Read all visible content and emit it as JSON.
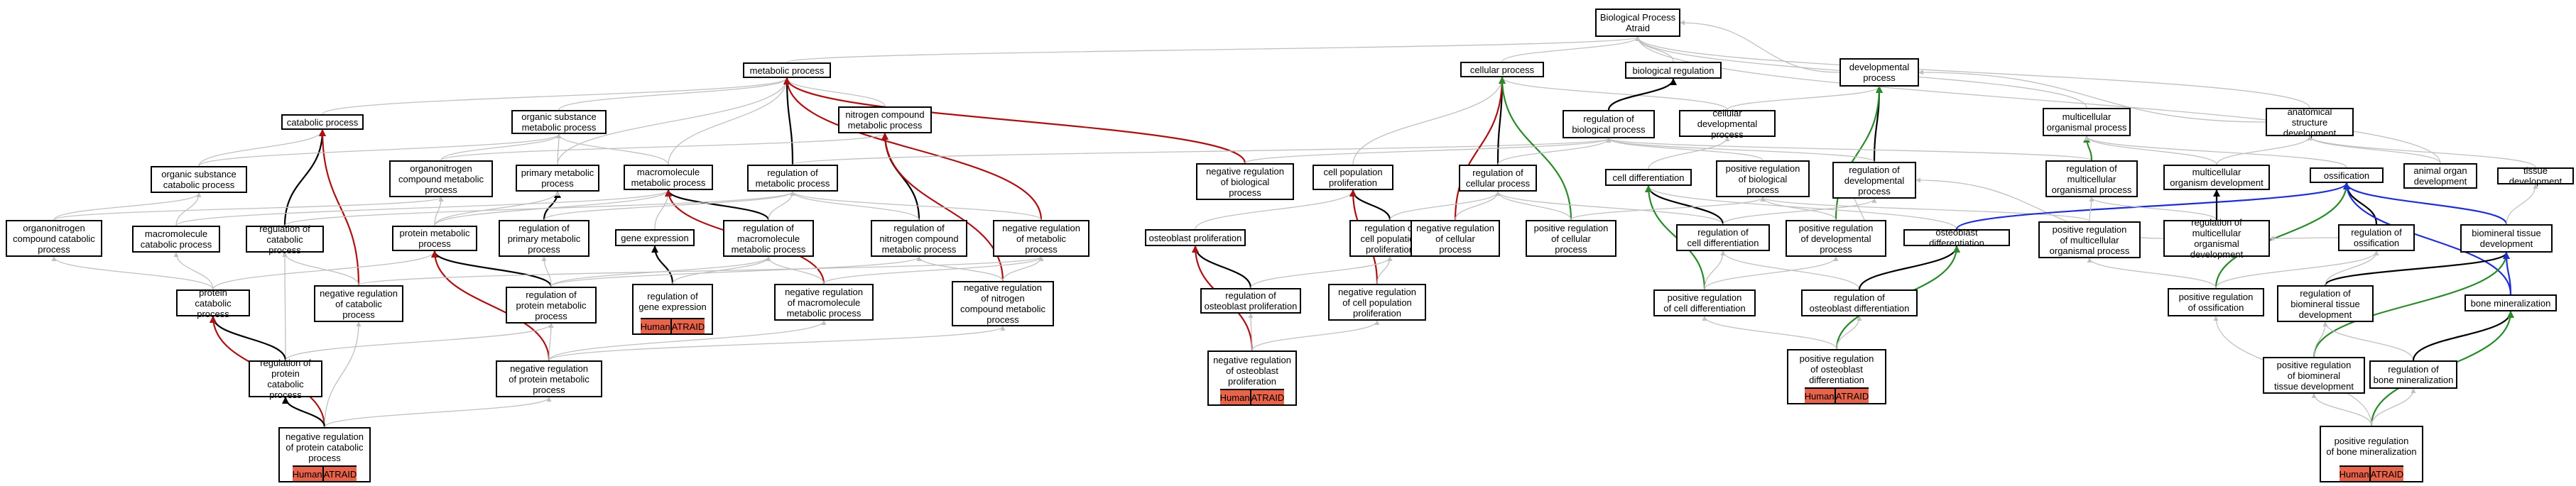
{
  "colors": {
    "grey": "#c0c0c0",
    "black": "#000000",
    "red": "#aa1111",
    "green": "#2a8a2a",
    "blue": "#1f2fd0",
    "tag": "#e8634b"
  },
  "nodes": [
    {
      "id": "bp",
      "label": "Biological Process\nAtraid"
    },
    {
      "id": "mp",
      "label": "metabolic process"
    },
    {
      "id": "cp",
      "label": "catabolic process"
    },
    {
      "id": "osmp",
      "label": "organic substance\nmetabolic process"
    },
    {
      "id": "ncmp",
      "label": "nitrogen compound\nmetabolic process"
    },
    {
      "id": "oscp",
      "label": "organic substance\ncatabolic process"
    },
    {
      "id": "oncmp",
      "label": "organonitrogen\ncompound metabolic\nprocess"
    },
    {
      "id": "pmp",
      "label": "primary metabolic\nprocess"
    },
    {
      "id": "mmp",
      "label": "macromolecule\nmetabolic process"
    },
    {
      "id": "rmp",
      "label": "regulation of\nmetabolic process"
    },
    {
      "id": "onccp",
      "label": "organonitrogen\ncompound catabolic\nprocess"
    },
    {
      "id": "mcp",
      "label": "macromolecule\ncatabolic process"
    },
    {
      "id": "rcp",
      "label": "regulation of\ncatabolic process"
    },
    {
      "id": "prmp",
      "label": "protein metabolic\nprocess"
    },
    {
      "id": "rpmp",
      "label": "regulation of\nprimary metabolic\nprocess"
    },
    {
      "id": "ge",
      "label": "gene expression"
    },
    {
      "id": "rmmp",
      "label": "regulation of\nmacromolecule\nmetabolic process"
    },
    {
      "id": "rncmp",
      "label": "regulation of\nnitrogen compound\nmetabolic process"
    },
    {
      "id": "nrmp",
      "label": "negative regulation\nof metabolic\nprocess"
    },
    {
      "id": "pc",
      "label": "protein catabolic\nprocess"
    },
    {
      "id": "nrcp",
      "label": "negative regulation\nof catabolic\nprocess"
    },
    {
      "id": "rprmp",
      "label": "regulation of\nprotein metabolic\nprocess"
    },
    {
      "id": "rge",
      "label": "regulation of\ngene expression",
      "gene": true
    },
    {
      "id": "nrmmp",
      "label": "negative regulation\nof macromolecule\nmetabolic process"
    },
    {
      "id": "nrncmp",
      "label": "negative regulation\nof nitrogen\ncompound metabolic\nprocess"
    },
    {
      "id": "rpc",
      "label": "regulation of\nprotein catabolic\nprocess"
    },
    {
      "id": "nrprmp",
      "label": "negative regulation\nof protein metabolic\nprocess"
    },
    {
      "id": "nrpc",
      "label": "negative regulation\nof protein catabolic\nprocess",
      "gene": true
    },
    {
      "id": "cellp",
      "label": "cellular process"
    },
    {
      "id": "br",
      "label": "biological regulation"
    },
    {
      "id": "dp",
      "label": "developmental\nprocess"
    },
    {
      "id": "rbp",
      "label": "regulation of\nbiological process"
    },
    {
      "id": "cdp",
      "label": "cellular developmental\nprocess"
    },
    {
      "id": "nrbp",
      "label": "negative regulation\nof biological\nprocess"
    },
    {
      "id": "cpp",
      "label": "cell population\nproliferation"
    },
    {
      "id": "rcellp",
      "label": "regulation of\ncellular process"
    },
    {
      "id": "cd",
      "label": "cell differentiation"
    },
    {
      "id": "prbp",
      "label": "positive regulation\nof biological\nprocess"
    },
    {
      "id": "rdp",
      "label": "regulation of\ndevelopmental\nprocess"
    },
    {
      "id": "op",
      "label": "osteoblast proliferation"
    },
    {
      "id": "rcpp",
      "label": "regulation of\ncell population\nproliferation"
    },
    {
      "id": "nrcellp",
      "label": "negative regulation\nof cellular\nprocess"
    },
    {
      "id": "prcellp",
      "label": "positive regulation\nof cellular\nprocess"
    },
    {
      "id": "rcd",
      "label": "regulation of\ncell differentiation"
    },
    {
      "id": "prdp",
      "label": "positive regulation\nof developmental\nprocess"
    },
    {
      "id": "od",
      "label": "osteoblast differentiation"
    },
    {
      "id": "rop",
      "label": "regulation of\nosteoblast proliferation"
    },
    {
      "id": "nrcpp",
      "label": "negative regulation\nof cell population\nproliferation"
    },
    {
      "id": "prcd",
      "label": "positive regulation\nof cell differentiation"
    },
    {
      "id": "rod",
      "label": "regulation of\nosteoblast differentiation"
    },
    {
      "id": "nrop",
      "label": "negative regulation\nof osteoblast\nproliferation",
      "gene": true
    },
    {
      "id": "prod",
      "label": "positive regulation\nof osteoblast\ndifferentiation",
      "gene": true
    },
    {
      "id": "mop",
      "label": "multicellular\norganismal process"
    },
    {
      "id": "asd",
      "label": "anatomical structure\ndevelopment"
    },
    {
      "id": "rmop",
      "label": "regulation of\nmulticellular\norganismal process"
    },
    {
      "id": "mod",
      "label": "multicellular\norganism development"
    },
    {
      "id": "oss",
      "label": "ossification"
    },
    {
      "id": "aod",
      "label": "animal organ\ndevelopment"
    },
    {
      "id": "td",
      "label": "tissue development"
    },
    {
      "id": "prmop",
      "label": "positive regulation\nof multicellular\norganismal process"
    },
    {
      "id": "rmod",
      "label": "regulation of\nmulticellular\norganismal development"
    },
    {
      "id": "ross",
      "label": "regulation of\nossification"
    },
    {
      "id": "btd",
      "label": "biomineral tissue\ndevelopment"
    },
    {
      "id": "pross",
      "label": "positive regulation\nof ossification"
    },
    {
      "id": "rbtd",
      "label": "regulation of\nbiomineral tissue\ndevelopment"
    },
    {
      "id": "bm",
      "label": "bone mineralization"
    },
    {
      "id": "prbtd",
      "label": "positive regulation\nof biomineral\ntissue development"
    },
    {
      "id": "rbm",
      "label": "regulation of\nbone mineralization"
    },
    {
      "id": "prbm",
      "label": "positive regulation\nof bone mineralization",
      "gene": true
    }
  ],
  "gene_tags": [
    "Human",
    "ATRAID"
  ],
  "edges": [
    [
      "mp",
      "bp",
      "g"
    ],
    [
      "cellp",
      "bp",
      "g"
    ],
    [
      "br",
      "bp",
      "g"
    ],
    [
      "dp",
      "bp",
      "g"
    ],
    [
      "mop",
      "bp",
      "g"
    ],
    [
      "asd",
      "bp",
      "g"
    ],
    [
      "cp",
      "mp",
      "g"
    ],
    [
      "osmp",
      "mp",
      "g"
    ],
    [
      "ncmp",
      "mp",
      "g"
    ],
    [
      "pmp",
      "mp",
      "g"
    ],
    [
      "mmp",
      "mp",
      "g"
    ],
    [
      "rmp",
      "mp",
      "k"
    ],
    [
      "nrmp",
      "mp",
      "r"
    ],
    [
      "nrbp",
      "mp",
      "r"
    ],
    [
      "oscp",
      "cp",
      "g"
    ],
    [
      "rcp",
      "cp",
      "k"
    ],
    [
      "nrcp",
      "cp",
      "r"
    ],
    [
      "oscp",
      "osmp",
      "g"
    ],
    [
      "oncmp",
      "osmp",
      "g"
    ],
    [
      "pmp",
      "osmp",
      "g"
    ],
    [
      "mmp",
      "osmp",
      "g"
    ],
    [
      "oncmp",
      "ncmp",
      "g"
    ],
    [
      "rncmp",
      "ncmp",
      "k"
    ],
    [
      "nrncmp",
      "ncmp",
      "r"
    ],
    [
      "onccp",
      "oscp",
      "g"
    ],
    [
      "mcp",
      "oscp",
      "g"
    ],
    [
      "prmp",
      "oncmp",
      "g"
    ],
    [
      "onccp",
      "oncmp",
      "g"
    ],
    [
      "rpmp",
      "pmp",
      "k"
    ],
    [
      "prmp",
      "pmp",
      "g"
    ],
    [
      "mcp",
      "mmp",
      "g"
    ],
    [
      "prmp",
      "mmp",
      "g"
    ],
    [
      "ge",
      "mmp",
      "g"
    ],
    [
      "rmmp",
      "mmp",
      "k"
    ],
    [
      "nrmmp",
      "mmp",
      "r"
    ],
    [
      "rcp",
      "rmp",
      "g"
    ],
    [
      "rpmp",
      "rmp",
      "g"
    ],
    [
      "rmmp",
      "rmp",
      "g"
    ],
    [
      "rncmp",
      "rmp",
      "g"
    ],
    [
      "nrmp",
      "rmp",
      "g"
    ],
    [
      "pc",
      "onccp",
      "g"
    ],
    [
      "pc",
      "mcp",
      "g"
    ],
    [
      "nrcp",
      "rcp",
      "g"
    ],
    [
      "rpc",
      "rcp",
      "g"
    ],
    [
      "pc",
      "prmp",
      "g"
    ],
    [
      "rprmp",
      "prmp",
      "k"
    ],
    [
      "nrprmp",
      "prmp",
      "r"
    ],
    [
      "rprmp",
      "rpmp",
      "g"
    ],
    [
      "rge",
      "ge",
      "k"
    ],
    [
      "rprmp",
      "rmmp",
      "g"
    ],
    [
      "rge",
      "rmmp",
      "g"
    ],
    [
      "nrmmp",
      "rmmp",
      "g"
    ],
    [
      "rprmp",
      "rncmp",
      "g"
    ],
    [
      "nrncmp",
      "rncmp",
      "g"
    ],
    [
      "nrcp",
      "nrmp",
      "g"
    ],
    [
      "nrmmp",
      "nrmp",
      "g"
    ],
    [
      "nrncmp",
      "nrmp",
      "g"
    ],
    [
      "rpc",
      "pc",
      "k"
    ],
    [
      "nrpc",
      "pc",
      "r"
    ],
    [
      "nrpc",
      "nrcp",
      "g"
    ],
    [
      "rpc",
      "rprmp",
      "g"
    ],
    [
      "nrprmp",
      "rprmp",
      "g"
    ],
    [
      "nrprmp",
      "nrmmp",
      "g"
    ],
    [
      "nrprmp",
      "nrncmp",
      "g"
    ],
    [
      "nrpc",
      "rpc",
      "k"
    ],
    [
      "nrpc",
      "nrprmp",
      "g"
    ],
    [
      "rmp",
      "rbp",
      "g"
    ],
    [
      "rcellp",
      "cellp",
      "k"
    ],
    [
      "cpp",
      "cellp",
      "g"
    ],
    [
      "cdp",
      "cellp",
      "g"
    ],
    [
      "nrcellp",
      "cellp",
      "r"
    ],
    [
      "prcellp",
      "cellp",
      "gr"
    ],
    [
      "rbp",
      "br",
      "k"
    ],
    [
      "cdp",
      "dp",
      "g"
    ],
    [
      "rdp",
      "dp",
      "k"
    ],
    [
      "prdp",
      "dp",
      "gr"
    ],
    [
      "asd",
      "dp",
      "g"
    ],
    [
      "nrbp",
      "rbp",
      "g"
    ],
    [
      "rcellp",
      "rbp",
      "g"
    ],
    [
      "prbp",
      "rbp",
      "g"
    ],
    [
      "rdp",
      "rbp",
      "g"
    ],
    [
      "rmop",
      "rbp",
      "g"
    ],
    [
      "cd",
      "cdp",
      "g"
    ],
    [
      "op",
      "cpp",
      "g"
    ],
    [
      "rcpp",
      "cpp",
      "k"
    ],
    [
      "nrcpp",
      "cpp",
      "r"
    ],
    [
      "nrcellp",
      "rcellp",
      "g"
    ],
    [
      "prcellp",
      "rcellp",
      "g"
    ],
    [
      "rcpp",
      "rcellp",
      "g"
    ],
    [
      "rcd",
      "rcellp",
      "g"
    ],
    [
      "rcd",
      "cd",
      "k"
    ],
    [
      "od",
      "cd",
      "g"
    ],
    [
      "prcd",
      "cd",
      "gr"
    ],
    [
      "prcellp",
      "prbp",
      "g"
    ],
    [
      "prdp",
      "prbp",
      "g"
    ],
    [
      "prmop",
      "prbp",
      "g"
    ],
    [
      "rcd",
      "rdp",
      "g"
    ],
    [
      "prdp",
      "rdp",
      "g"
    ],
    [
      "rmod",
      "rdp",
      "g"
    ],
    [
      "rop",
      "op",
      "k"
    ],
    [
      "nrop",
      "op",
      "r"
    ],
    [
      "nrcpp",
      "rcpp",
      "g"
    ],
    [
      "rop",
      "rcpp",
      "g"
    ],
    [
      "prcd",
      "rcd",
      "g"
    ],
    [
      "rod",
      "rcd",
      "g"
    ],
    [
      "prcd",
      "prdp",
      "g"
    ],
    [
      "od",
      "oss",
      "bl"
    ],
    [
      "rod",
      "od",
      "k"
    ],
    [
      "prod",
      "od",
      "gr"
    ],
    [
      "nrop",
      "rop",
      "g"
    ],
    [
      "nrop",
      "nrcpp",
      "g"
    ],
    [
      "prod",
      "prcd",
      "g"
    ],
    [
      "prod",
      "rod",
      "g"
    ],
    [
      "rmop",
      "mop",
      "gr"
    ],
    [
      "mod",
      "mop",
      "g"
    ],
    [
      "oss",
      "mop",
      "g"
    ],
    [
      "mod",
      "asd",
      "g"
    ],
    [
      "aod",
      "asd",
      "g"
    ],
    [
      "td",
      "asd",
      "g"
    ],
    [
      "prmop",
      "rmop",
      "g"
    ],
    [
      "rmod",
      "rmop",
      "g"
    ],
    [
      "rmod",
      "mod",
      "k"
    ],
    [
      "ross",
      "oss",
      "k"
    ],
    [
      "pross",
      "oss",
      "gr"
    ],
    [
      "btd",
      "oss",
      "bl"
    ],
    [
      "bm",
      "oss",
      "bl"
    ],
    [
      "btd",
      "td",
      "g"
    ],
    [
      "rbtd",
      "btd",
      "k"
    ],
    [
      "prbtd",
      "btd",
      "gr"
    ],
    [
      "bm",
      "btd",
      "bl"
    ],
    [
      "ross",
      "rmod",
      "g"
    ],
    [
      "pross",
      "prmop",
      "g"
    ],
    [
      "pross",
      "ross",
      "g"
    ],
    [
      "rbtd",
      "ross",
      "g"
    ],
    [
      "rbm",
      "rbtd",
      "g"
    ],
    [
      "rbm",
      "bm",
      "k"
    ],
    [
      "prbm",
      "bm",
      "gr"
    ],
    [
      "prbtd",
      "rbtd",
      "g"
    ],
    [
      "prbm",
      "prbtd",
      "g"
    ],
    [
      "prbm",
      "rbm",
      "g"
    ],
    [
      "prbm",
      "pross",
      "g"
    ],
    [
      "aod",
      "bp",
      "g"
    ]
  ]
}
